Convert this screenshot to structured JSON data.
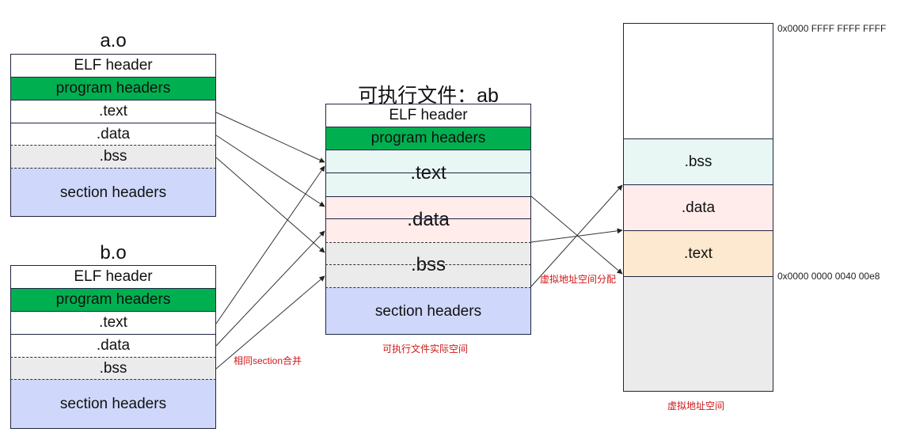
{
  "object_files": [
    {
      "title": "a.o",
      "sections": [
        {
          "label": "ELF header",
          "kind": "header"
        },
        {
          "label": "program headers",
          "kind": "phdr"
        },
        {
          "label": ".text",
          "kind": "text"
        },
        {
          "label": ".data",
          "kind": "data"
        },
        {
          "label": ".bss",
          "kind": "bss"
        },
        {
          "label": "section headers",
          "kind": "shdr"
        }
      ]
    },
    {
      "title": "b.o",
      "sections": [
        {
          "label": "ELF header",
          "kind": "header"
        },
        {
          "label": "program headers",
          "kind": "phdr"
        },
        {
          "label": ".text",
          "kind": "text"
        },
        {
          "label": ".data",
          "kind": "data"
        },
        {
          "label": ".bss",
          "kind": "bss"
        },
        {
          "label": "section headers",
          "kind": "shdr"
        }
      ]
    }
  ],
  "executable": {
    "title": "可执行文件：ab",
    "sections": [
      {
        "label": "ELF header",
        "kind": "header"
      },
      {
        "label": "program headers",
        "kind": "phdr"
      },
      {
        "label": ".text",
        "kind": "text"
      },
      {
        "label": ".data",
        "kind": "data"
      },
      {
        "label": ".bss",
        "kind": "bss"
      },
      {
        "label": "section headers",
        "kind": "shdr"
      }
    ],
    "caption": "可执行文件实际空间"
  },
  "virtual_space": {
    "sections": [
      {
        "label": "",
        "kind": "free-top"
      },
      {
        "label": ".bss",
        "kind": "bss"
      },
      {
        "label": ".data",
        "kind": "data"
      },
      {
        "label": ".text",
        "kind": "text"
      },
      {
        "label": "",
        "kind": "reserved-low"
      }
    ],
    "top_address": "0x0000 FFFF FFFF FFFF",
    "text_start_address": "0x0000  0000 0040 00e8",
    "caption": "虚拟地址空间"
  },
  "annotations": {
    "merge_note": "相同section合并",
    "map_note": "虚拟地址空间分配"
  },
  "colors": {
    "phdr_green": "#00b050",
    "text_cyan": "#e8f6f4",
    "data_pink": "#ffeceb",
    "bss_gray": "#ebebeb",
    "shdr_blue": "#cfd8fb",
    "vtext_orange": "#fde9cf",
    "note_red": "#d01818"
  }
}
